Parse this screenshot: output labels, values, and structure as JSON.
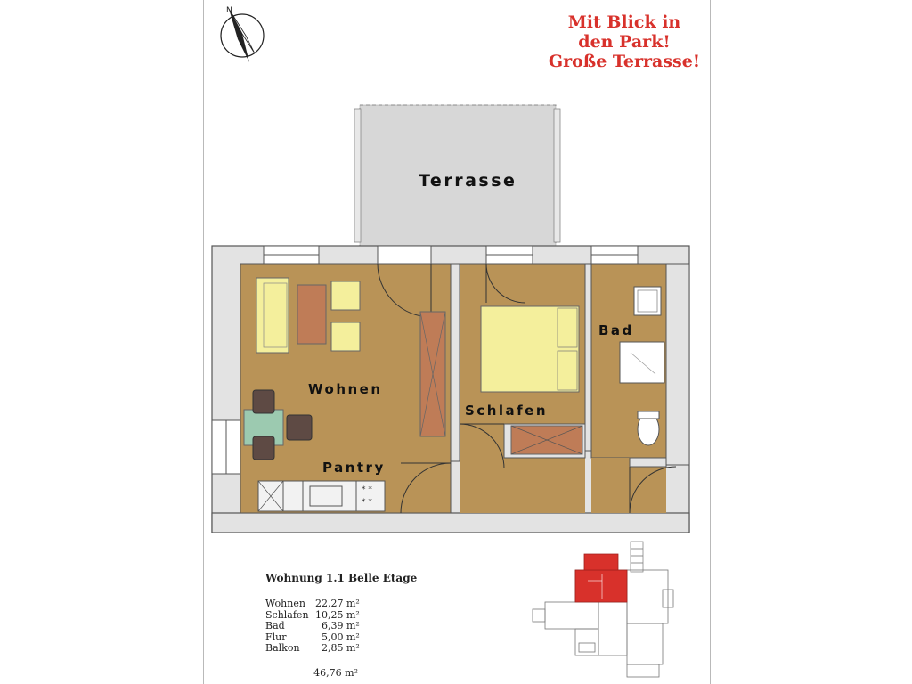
{
  "tagline": [
    "Mit Blick in",
    "den Park!",
    "Große Terrasse!"
  ],
  "rooms": {
    "terrasse": "Terrasse",
    "wohnen": "Wohnen",
    "schlafen": "Schlafen",
    "bad": "Bad",
    "pantry": "Pantry"
  },
  "info": {
    "title": "Wohnung 1.1 Belle Etage",
    "areas": [
      {
        "name": "Wohnen",
        "value": "22,27 m²"
      },
      {
        "name": "Schlafen",
        "value": "10,25 m²"
      },
      {
        "name": "Bad",
        "value": "6,39 m²"
      },
      {
        "name": "Flur",
        "value": "5,00 m²"
      },
      {
        "name": "Balkon",
        "value": "2,85 m²"
      }
    ],
    "total": "46,76 m²"
  },
  "colors": {
    "floor": "#b99357",
    "wall": "#e3e3e3",
    "wall_stroke": "#555555",
    "terrace": "#d7d7d7",
    "sofa": "#f4ef9c",
    "table": "#bf7c57",
    "highlight": "#d8312b",
    "tagline": "#d8312b"
  },
  "icons": [
    "compass-icon",
    "north-arrow-icon"
  ]
}
